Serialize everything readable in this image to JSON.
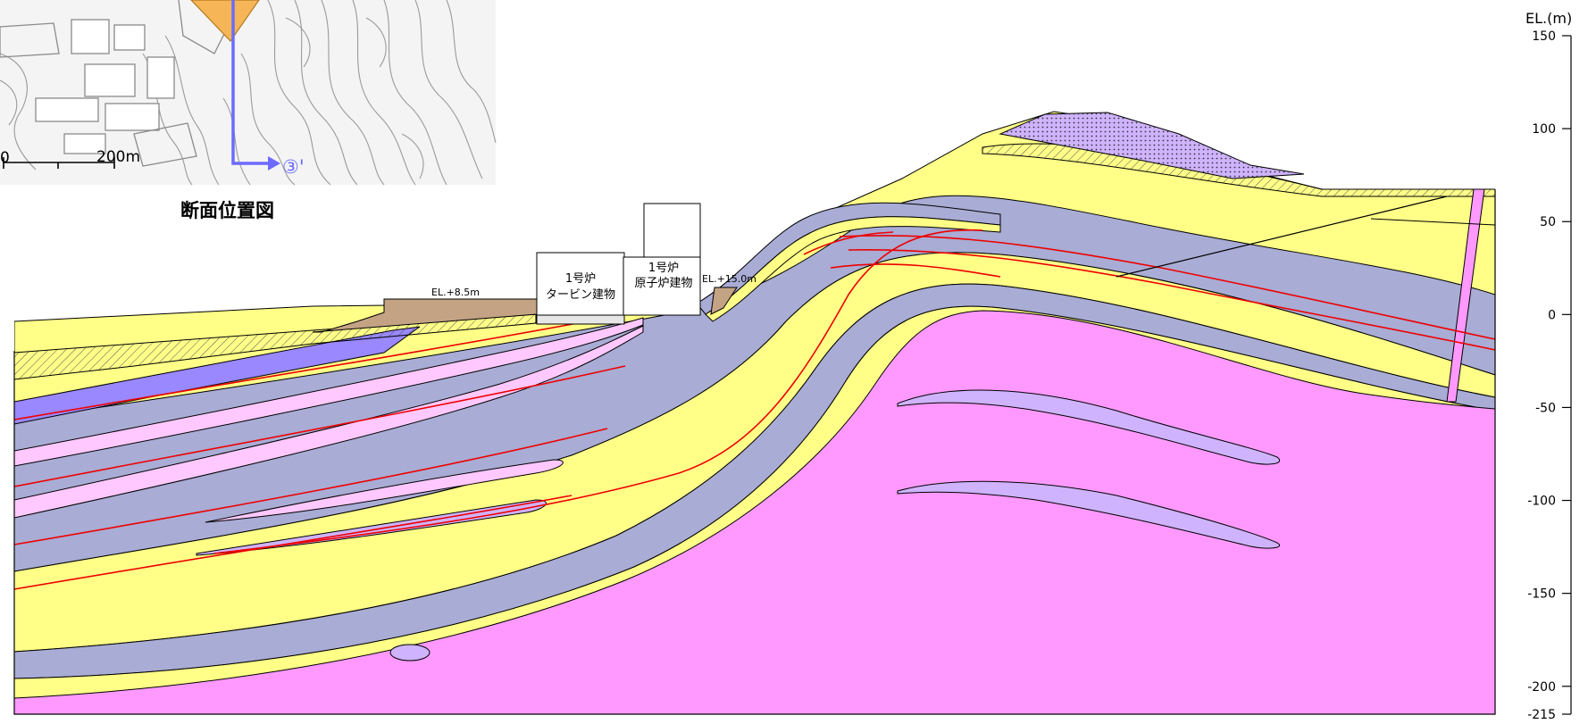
{
  "inset_map": {
    "title": "断面位置図",
    "scale_start": "0",
    "scale_end": "200m",
    "section_marker": "③'"
  },
  "cross_section": {
    "buildings": [
      {
        "line1": "1号炉",
        "line2": "タービン建物"
      },
      {
        "line1": "1号炉",
        "line2": "原子炉建物"
      }
    ],
    "ground_labels": [
      "EL.+8.5m",
      "EL.+15.0m"
    ]
  },
  "elevation_axis": {
    "label": "EL.(m)",
    "ticks": [
      "150",
      "100",
      "50",
      "0",
      "-50",
      "-100",
      "-150",
      "-200",
      "-215"
    ]
  },
  "colors": {
    "granite_pink": "#ff99ff",
    "light_pink": "#ffc8ff",
    "yellow": "#ffff88",
    "grey_blue": "#a9acd4",
    "violet": "#9988ff",
    "lavender": "#cfb3ff",
    "brown_fill": "#c4a385",
    "red_line": "#ee0000",
    "map_arrow": "#6b6bff",
    "map_fill": "#f6b557"
  }
}
